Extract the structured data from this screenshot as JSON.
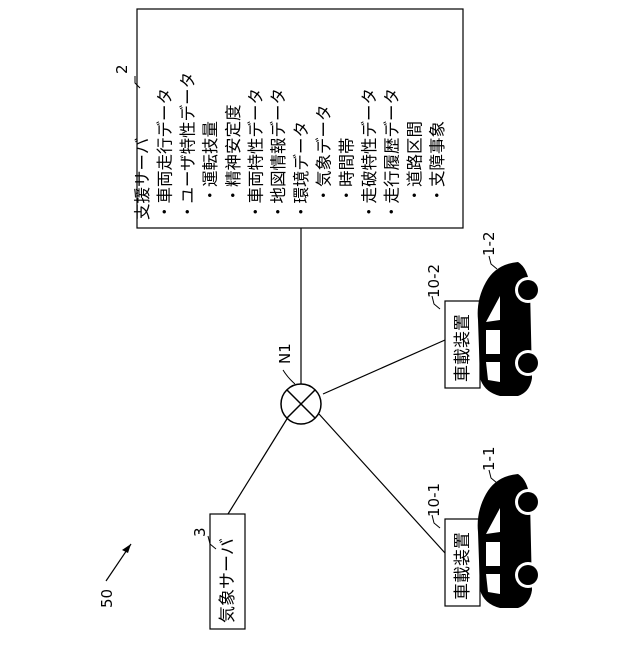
{
  "figure": {
    "system_ref": "50",
    "network_node": "N1",
    "support_server": {
      "ref": "2",
      "title": "支援サーバ",
      "items": [
        "・車両走行データ",
        "・ユーザ特性データ",
        "　・運転技量",
        "　・精神安定度",
        "・車両特性データ",
        "・地図情報データ",
        "・環境データ",
        "　・気象データ",
        "　・時間帯",
        "・走破特性データ",
        "・走行履歴データ",
        "　・道路区間",
        "　・支障事象"
      ]
    },
    "weather_server": {
      "ref": "3",
      "label": "気象サーバ"
    },
    "onboard_devices": [
      {
        "ref": "10-2",
        "label": "車載装置",
        "vehicle_ref": "1-2"
      },
      {
        "ref": "10-1",
        "label": "車載装置",
        "vehicle_ref": "1-1"
      }
    ]
  }
}
